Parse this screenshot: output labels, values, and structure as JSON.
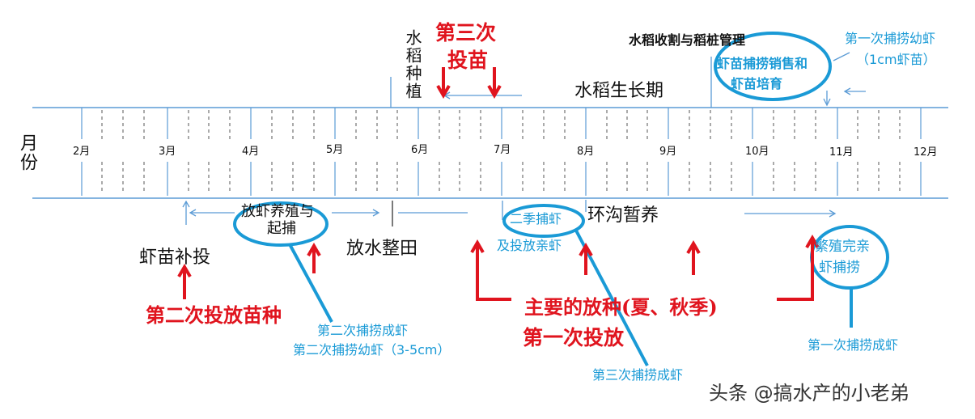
{
  "axis": {
    "label": "月份",
    "months": [
      "2月",
      "3月",
      "4月",
      "5月",
      "6月",
      "7月",
      "8月",
      "9月",
      "10月",
      "11月",
      "12月"
    ]
  },
  "top": {
    "rice_planting": "水稻种植",
    "third_stocking": [
      "第三次",
      "投苗"
    ],
    "growth_period": "水稻生长期",
    "harvest_mgmt": "水稻收割与稻桩管理",
    "first_fry_catch": [
      "第一次捕捞幼虾",
      "（1cm虾苗）"
    ],
    "fry_sales": [
      "虾苗捕捞销售和",
      "虾苗培育"
    ]
  },
  "bottom": {
    "fry_supplement": "虾苗补投",
    "breeding_catch": [
      "放虾养殖与",
      "起捕"
    ],
    "flood_field": "放水整田",
    "second_season": [
      "二季捕虾",
      "及投放亲虾"
    ],
    "ring_ditch": "环沟暂养",
    "breeding_done": [
      "繁殖完亲",
      "虾捕捞"
    ],
    "second_stocking": "第二次投放苗种",
    "second_adult_catch": "第二次捕捞成虾",
    "second_fry_catch": "第二次捕捞幼虾（3-5cm）",
    "main_stocking": "主要的放种(夏、秋季)",
    "first_stocking": "第一次投放",
    "third_adult_catch": "第三次捕捞成虾",
    "first_adult_catch": "第一次捕捞成虾"
  },
  "watermark": "头条 @搞水产的小老弟",
  "colors": {
    "line": "#5b9bd5",
    "red": "#e0141e",
    "blue": "#1a9ad6",
    "text": "#111111"
  }
}
